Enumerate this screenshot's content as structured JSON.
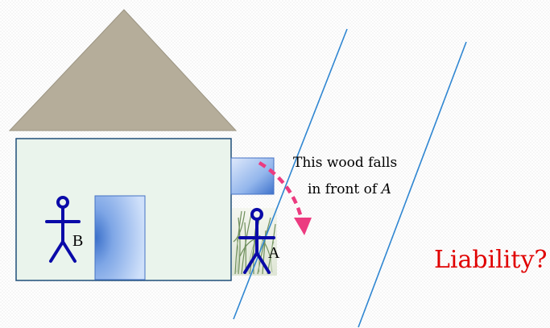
{
  "labels": {
    "person_b": "B",
    "person_a": "A",
    "annotation_line1": "This wood falls",
    "annotation_line2_prefix": "in front of ",
    "annotation_line2_italic": "A",
    "question": "Liability?"
  },
  "colors": {
    "roof": "#b5ad9a",
    "house_wall": "#eaf4ec",
    "house_border": "#1f4e79",
    "door": "#7fa8e0",
    "figure": "#0a0aa8",
    "property_lines": "#2f86d1",
    "falling_arrow": "#ec3b80",
    "question": "#e00000",
    "bush": "#7a9a6a"
  },
  "icons": {
    "person_b": "stick-figure-icon",
    "person_a": "stick-figure-icon",
    "bush": "grass-bush-icon",
    "arrow": "curved-dashed-arrow-icon"
  }
}
